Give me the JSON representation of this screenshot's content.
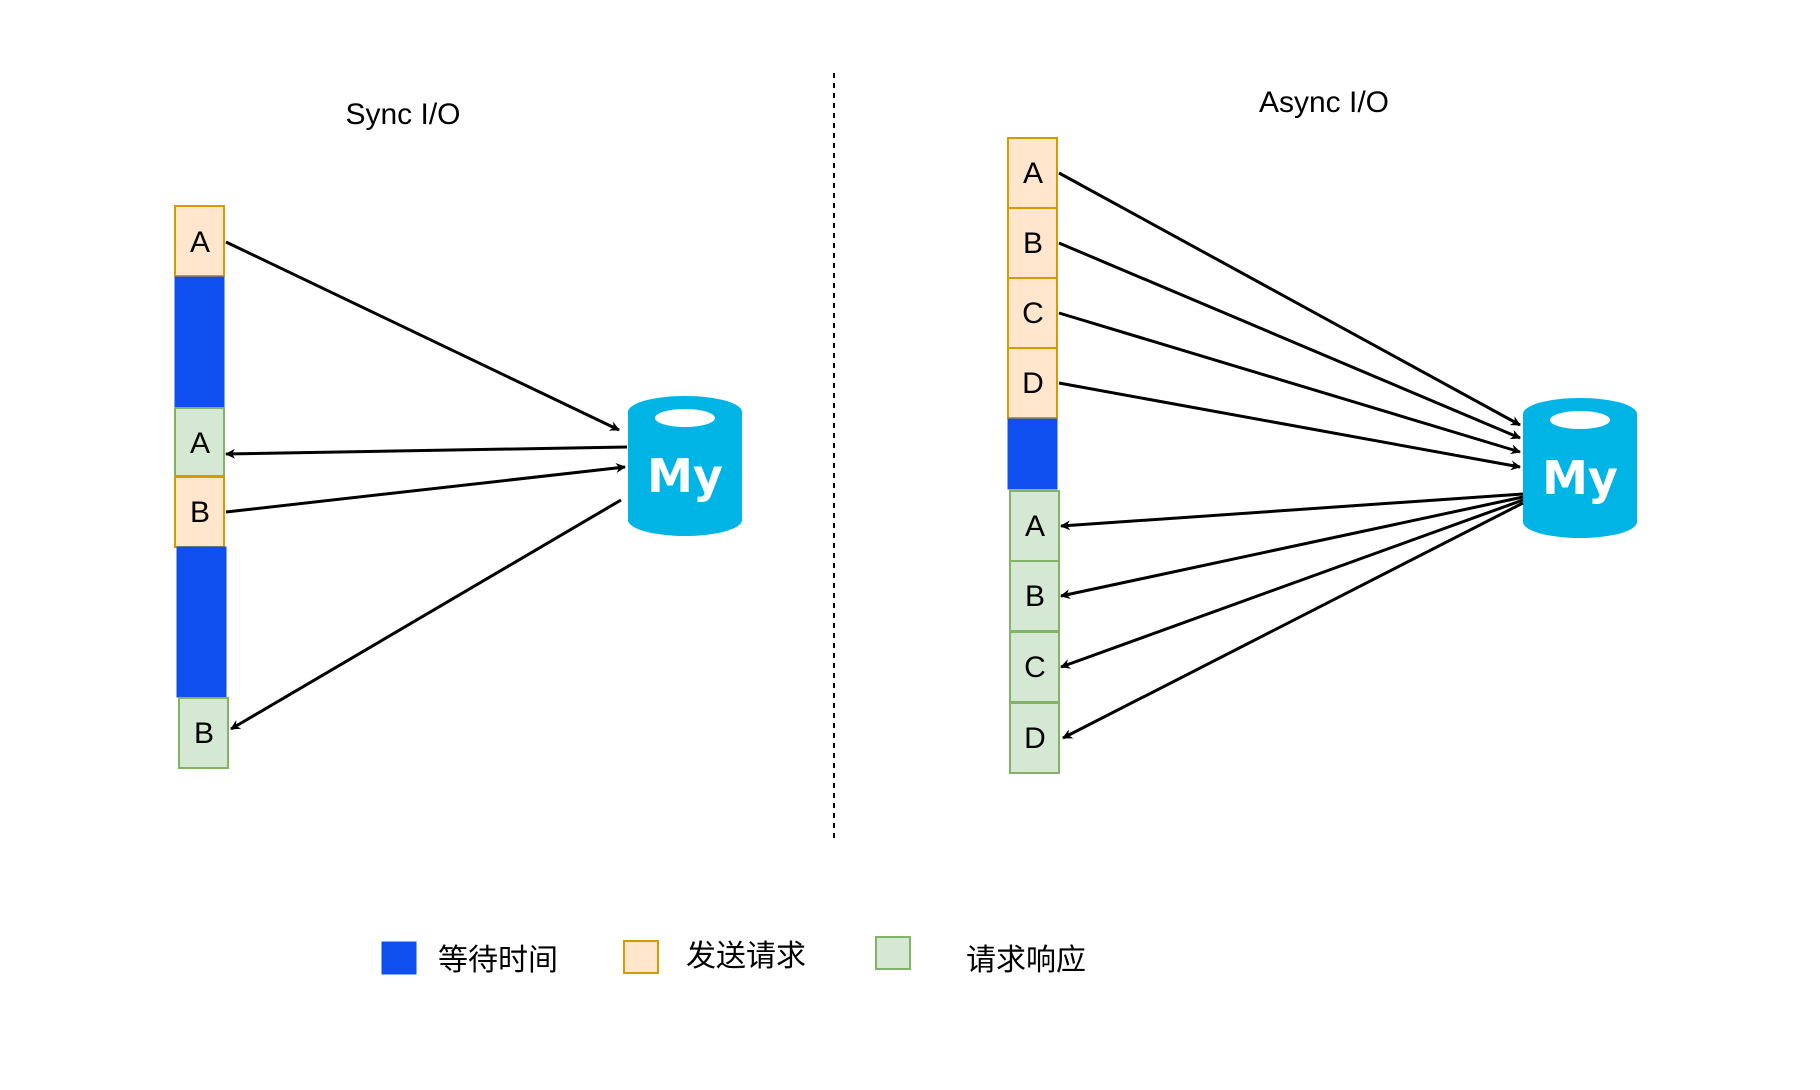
{
  "sync": {
    "title": "Sync I/O",
    "boxes": [
      "A",
      "A",
      "B",
      "B"
    ]
  },
  "async": {
    "title": "Async I/O",
    "requests": [
      "A",
      "B",
      "C",
      "D"
    ],
    "responses": [
      "A",
      "B",
      "C",
      "D"
    ]
  },
  "db": {
    "logo_text": "My",
    "icon": "mysql-database-icon"
  },
  "legend": {
    "wait": "等待时间",
    "send": "发送请求",
    "response": "请求响应"
  },
  "colors": {
    "wait": "#0f4ff0",
    "request_fill": "#ffe6cc",
    "request_stroke": "#d79b00",
    "response_fill": "#d5e8d4",
    "response_stroke": "#82b366",
    "db": "#00b4e6"
  }
}
